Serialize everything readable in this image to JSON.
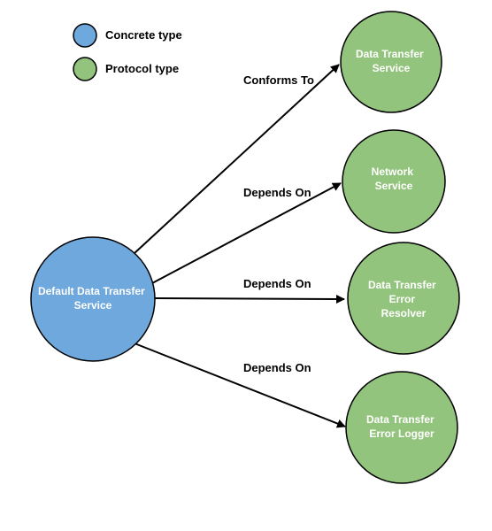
{
  "colors": {
    "concrete": "#6fa8dc",
    "protocol": "#93c47d",
    "stroke": "#000000"
  },
  "legend": {
    "concrete_label": "Concrete type",
    "protocol_label": "Protocol type"
  },
  "nodes": {
    "default_service": {
      "lines": [
        "Default Data Transfer",
        "Service"
      ]
    },
    "data_transfer_service": {
      "lines": [
        "Data Transfer",
        "Service"
      ]
    },
    "network_service": {
      "lines": [
        "Network",
        "Service"
      ]
    },
    "error_resolver": {
      "lines": [
        "Data Transfer",
        "Error",
        "Resolver"
      ]
    },
    "error_logger": {
      "lines": [
        "Data Transfer",
        "Error Logger"
      ]
    }
  },
  "edges": {
    "conforms_to": "Conforms To",
    "depends_network": "Depends On",
    "depends_resolver": "Depends On",
    "depends_logger": "Depends On"
  }
}
